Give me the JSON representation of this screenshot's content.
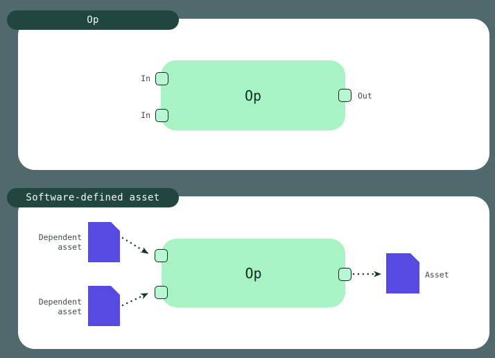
{
  "colors": {
    "background": "#50696d",
    "tab_pill": "#20463e",
    "panel": "#ffffff",
    "op_node_green": "#a7f3c4",
    "port_fill": "#b7f7d2",
    "port_border": "#0c2a22",
    "asset_purple": "#574ae2",
    "label_text": "#3d4e4a",
    "arrow": "#16332c"
  },
  "op_section": {
    "tab_label": "Op",
    "node_label": "Op",
    "input_labels": [
      "In",
      "In"
    ],
    "output_label": "Out"
  },
  "sda_section": {
    "tab_label": "Software-defined asset",
    "node_label": "Op",
    "dependent_asset_labels": [
      "Dependent\nasset",
      "Dependent\nasset"
    ],
    "output_asset_label": "Asset"
  }
}
